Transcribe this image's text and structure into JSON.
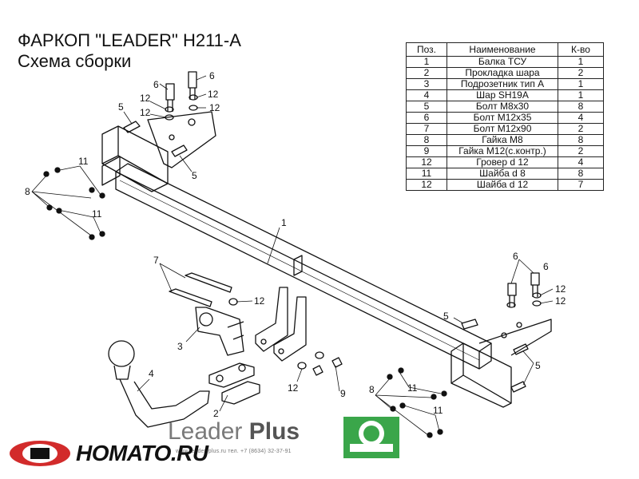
{
  "header": {
    "title": "ФАРКОП \"LEADER\" H211-A",
    "subtitle": "Схема сборки"
  },
  "parts_table": {
    "headers": [
      "Поз.",
      "Наименование",
      "К-во"
    ],
    "rows": [
      [
        "1",
        "Балка ТСУ",
        "1"
      ],
      [
        "2",
        "Прокладка шара",
        "2"
      ],
      [
        "3",
        "Подрозетник тип А",
        "1"
      ],
      [
        "4",
        "Шар SH19A",
        "1"
      ],
      [
        "5",
        "Болт  М8х30",
        "8"
      ],
      [
        "6",
        "Болт  М12х35",
        "4"
      ],
      [
        "7",
        "Болт  М12х90",
        "2"
      ],
      [
        "8",
        "Гайка  М8",
        "8"
      ],
      [
        "9",
        "Гайка М12(с.контр.)",
        "2"
      ],
      [
        "12",
        "Гровер d 12",
        "4"
      ],
      [
        "11",
        "Шайба d 8",
        "8"
      ],
      [
        "12",
        "Шайба d 12",
        "7"
      ]
    ]
  },
  "callouts": {
    "p1": "1",
    "p2": "2",
    "p3": "3",
    "p4": "4",
    "p5a": "5",
    "p5b": "5",
    "p5c": "5",
    "p5d": "5",
    "p6a": "6",
    "p6b": "6",
    "p6c": "6",
    "p6d": "6",
    "p7": "7",
    "p8a": "8",
    "p8b": "8",
    "p9": "9",
    "p11a": "11",
    "p11b": "11",
    "p11c": "11",
    "p11d": "11",
    "p12a": "12",
    "p12b": "12",
    "p12c": "12",
    "p12d": "12",
    "p12e": "12",
    "p12f": "12",
    "p12g": "12",
    "p12h": "12"
  },
  "footer": {
    "brand_light": "Leader",
    "brand_bold": "Plus",
    "contacts": "www.leader-plus.ru   тел. +7 (8634) 32-37-91",
    "site": "HOMATO.RU"
  },
  "colors": {
    "line": "#111111",
    "logo_green": "#3aa64a",
    "logo_red": "#d22b2b"
  }
}
